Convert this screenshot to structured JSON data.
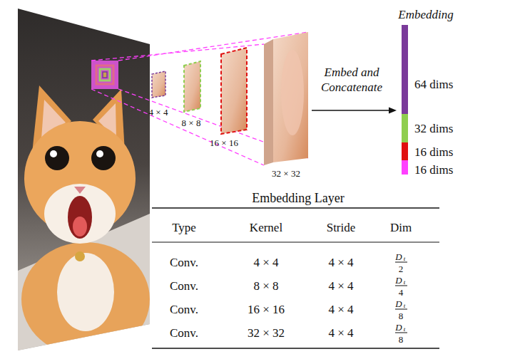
{
  "diagram": {
    "labels": [
      "4 × 4",
      "8 × 8",
      "16 × 16",
      "32 × 32",
      "Embed and Concatenate",
      "Embedding",
      "64 dims",
      "32 dims",
      "16 dims",
      "16 dims",
      "Embedding Layer",
      "Type",
      "Kernel",
      "Stride",
      "Dim",
      "Conv.",
      "4 × 4",
      "4 × 4",
      "D",
      "t",
      "2",
      "Conv.",
      "8 × 8",
      "4 × 4",
      "D",
      "t",
      "4",
      "Conv.",
      "16 × 16",
      "4 × 4",
      "D",
      "t",
      "8",
      "Conv.",
      "32 × 32",
      "4 × 4",
      "D",
      "t",
      "8"
    ]
  }
}
